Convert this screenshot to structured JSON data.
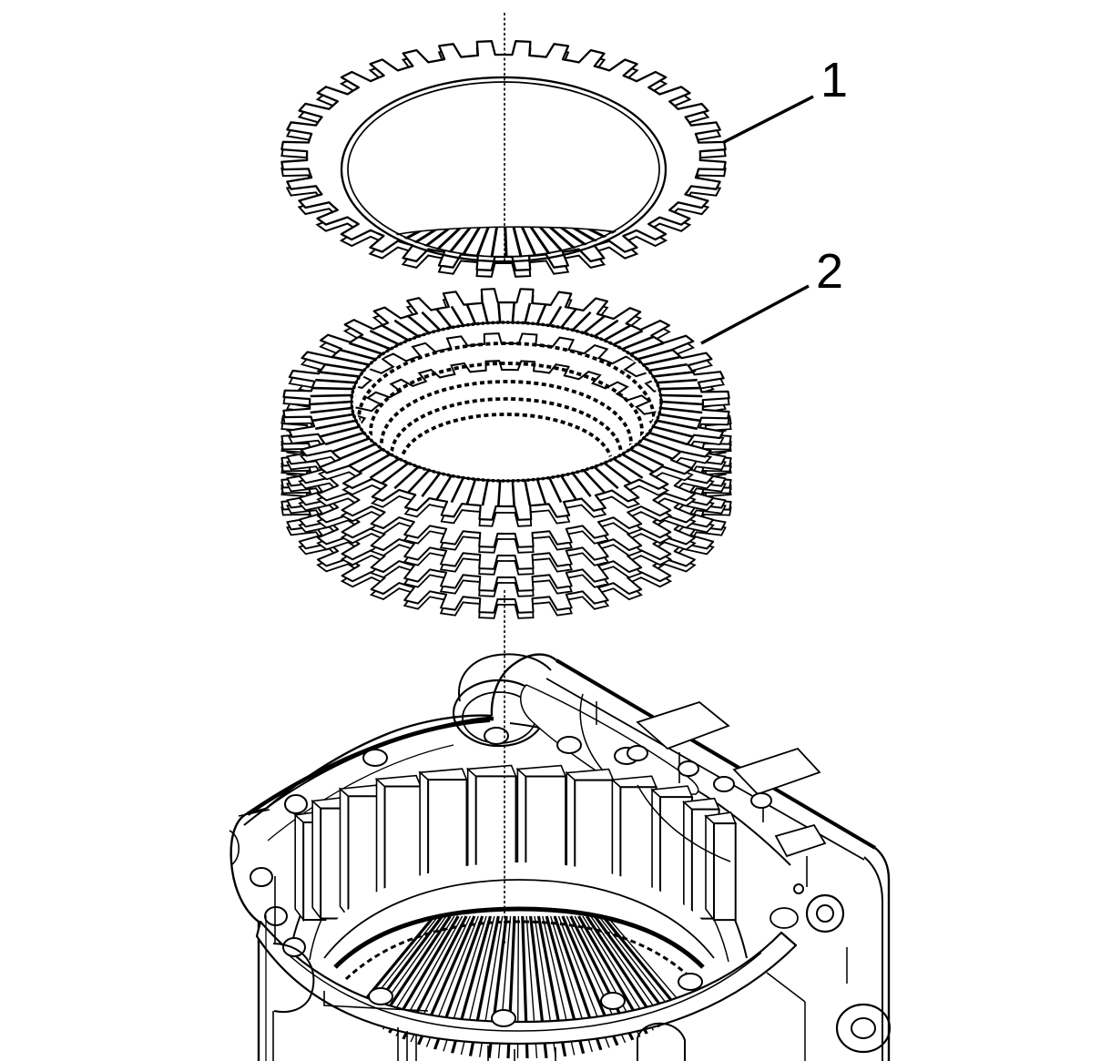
{
  "figure": {
    "type": "exploded-assembly-line-drawing",
    "background_color": "#ffffff",
    "line_color": "#000000",
    "callouts": [
      {
        "label": "1"
      },
      {
        "label": "2"
      }
    ]
  }
}
